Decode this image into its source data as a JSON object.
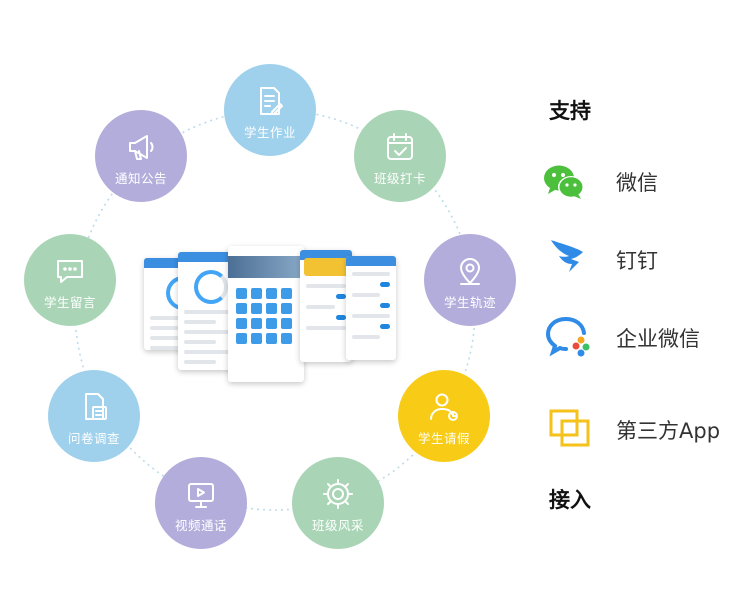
{
  "features": [
    {
      "id": "homework",
      "label": "学生作业",
      "icon": "document-edit-icon",
      "color": "#9fd0ec"
    },
    {
      "id": "checkin",
      "label": "班级打卡",
      "icon": "calendar-check-icon",
      "color": "#a9d5b6"
    },
    {
      "id": "track",
      "label": "学生轨迹",
      "icon": "location-pin-icon",
      "color": "#b3addb"
    },
    {
      "id": "leave",
      "label": "学生请假",
      "icon": "user-leave-icon",
      "color": "#f7cb16"
    },
    {
      "id": "style",
      "label": "班级风采",
      "icon": "gear-icon",
      "color": "#a9d5b6"
    },
    {
      "id": "video",
      "label": "视频通话",
      "icon": "video-screen-icon",
      "color": "#b3addb"
    },
    {
      "id": "survey",
      "label": "问卷调查",
      "icon": "survey-form-icon",
      "color": "#9fd0ec"
    },
    {
      "id": "message",
      "label": "学生留言",
      "icon": "chat-bubble-icon",
      "color": "#a9d5b6"
    },
    {
      "id": "notice",
      "label": "通知公告",
      "icon": "megaphone-icon",
      "color": "#b3addb"
    }
  ],
  "panel": {
    "support_heading": "支持",
    "access_heading": "接入",
    "platforms": [
      {
        "label": "微信",
        "icon": "wechat-icon"
      },
      {
        "label": "钉钉",
        "icon": "dingtalk-icon"
      },
      {
        "label": "企业微信",
        "icon": "wecom-icon"
      },
      {
        "label": "第三方App",
        "icon": "third-party-app-icon"
      }
    ]
  }
}
